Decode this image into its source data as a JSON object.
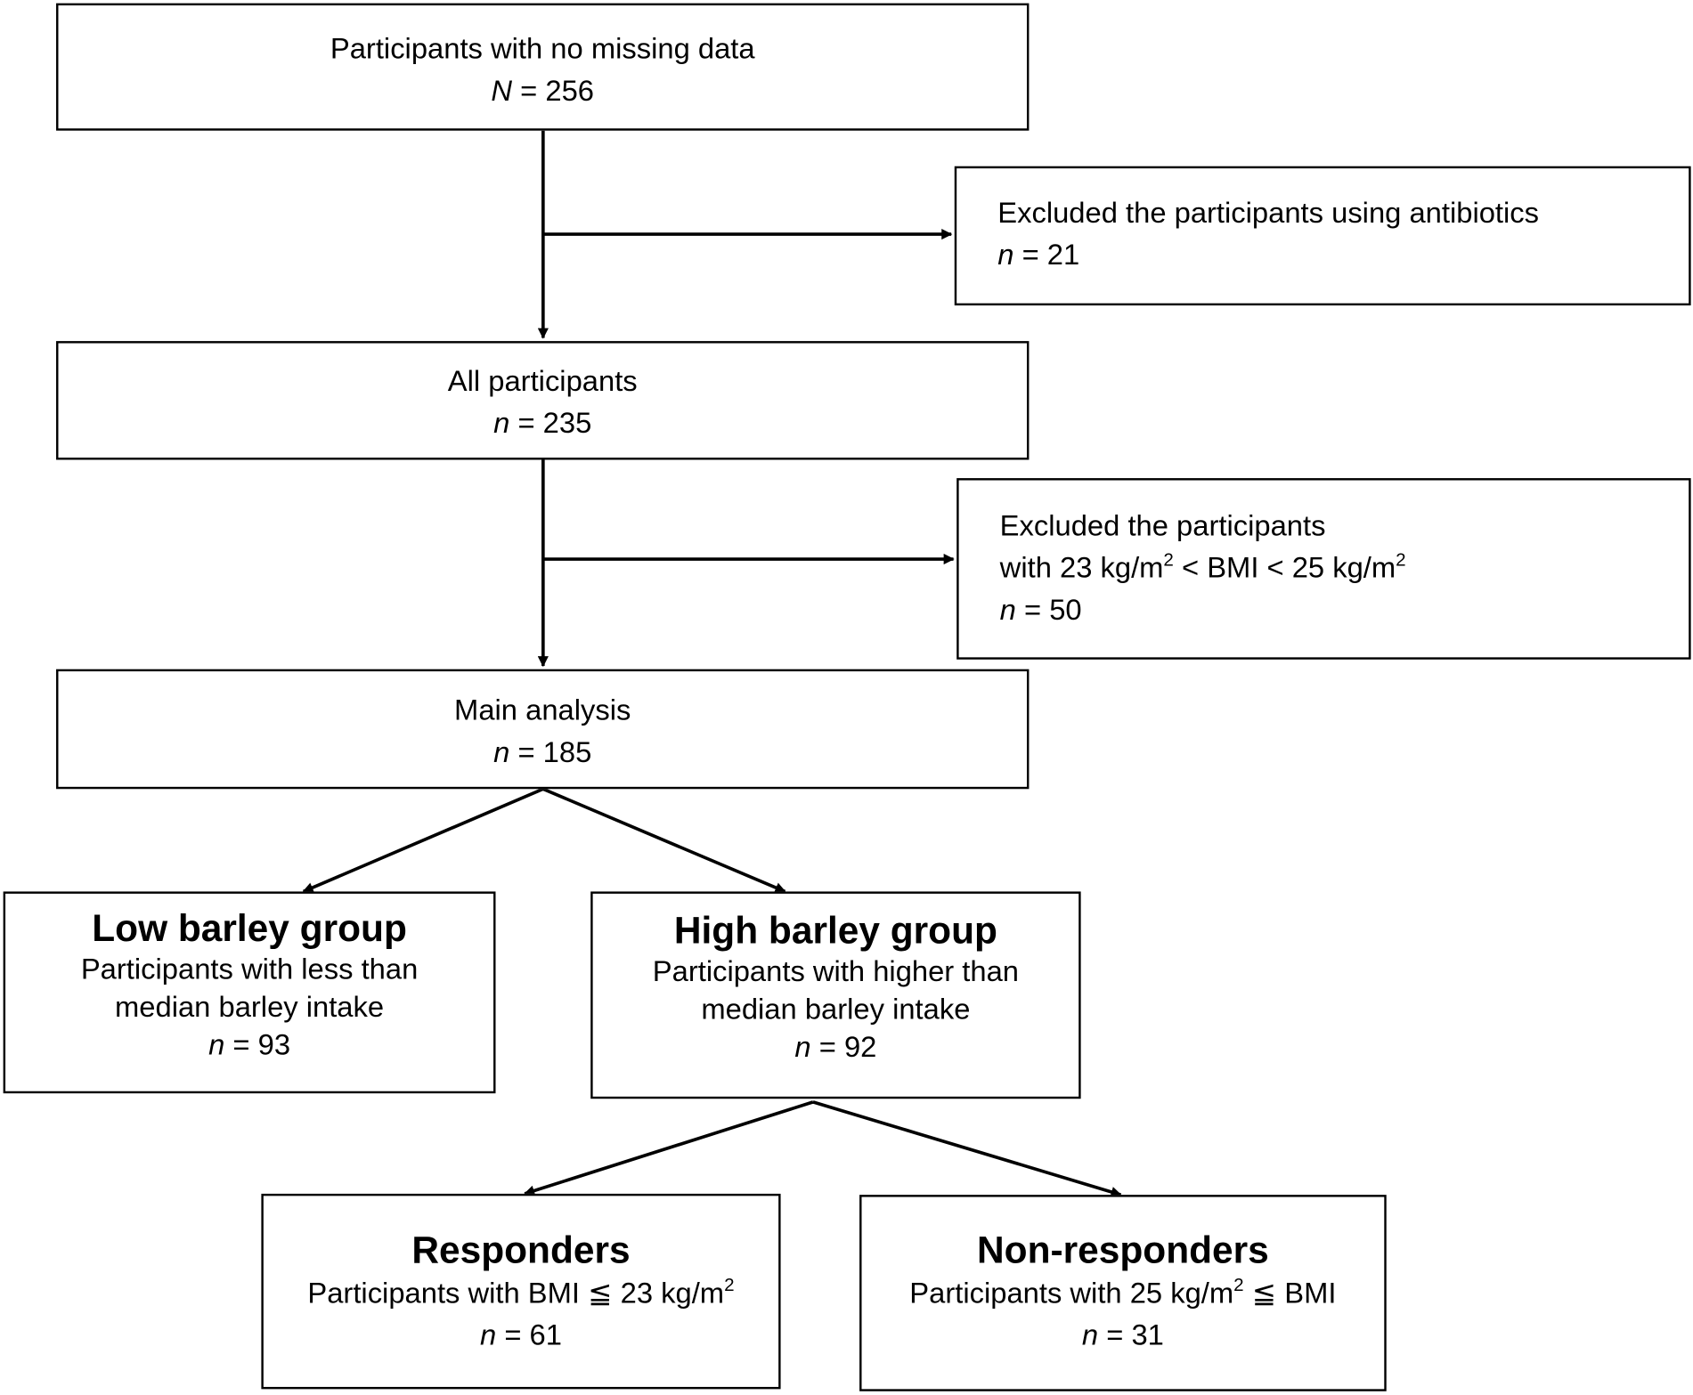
{
  "nodes": {
    "start": {
      "text": "Participants with no missing data",
      "count_label": "N",
      "count_value": " = 256"
    },
    "excluded_antibiotics": {
      "text": "Excluded the participants using antibiotics",
      "count_label": "n",
      "count_value": " = 21"
    },
    "all_participants": {
      "text": "All participants",
      "count_label": "n",
      "count_value": " = 235"
    },
    "excluded_bmi": {
      "line1": "Excluded the participants",
      "line2_a": "with 23 kg/m",
      "line2_sup1": "2",
      "line2_b": " < BMI < 25 kg/m",
      "line2_sup2": "2",
      "count_label": "n",
      "count_value": " = 50"
    },
    "main_analysis": {
      "text": "Main analysis",
      "count_label": "n",
      "count_value": " = 185"
    },
    "low_barley": {
      "title": "Low barley group",
      "line1": "Participants with less than",
      "line2": "median barley intake",
      "count_label": "n",
      "count_value": " = 93"
    },
    "high_barley": {
      "title": "High barley group",
      "line1": "Participants with higher than",
      "line2": "median barley intake",
      "count_label": "n",
      "count_value": " = 92"
    },
    "responders": {
      "title": "Responders",
      "line1_a": "Participants with BMI ≦ 23 kg/m",
      "line1_sup": "2",
      "count_label": "n",
      "count_value": " = 61"
    },
    "non_responders": {
      "title": "Non-responders",
      "line1_a": "Participants with 25 kg/m",
      "line1_sup": "2",
      "line1_b": " ≦ BMI",
      "count_label": "n",
      "count_value": " = 31"
    }
  },
  "colors": {
    "border": "#000000",
    "text": "#000000",
    "background": "#ffffff"
  }
}
